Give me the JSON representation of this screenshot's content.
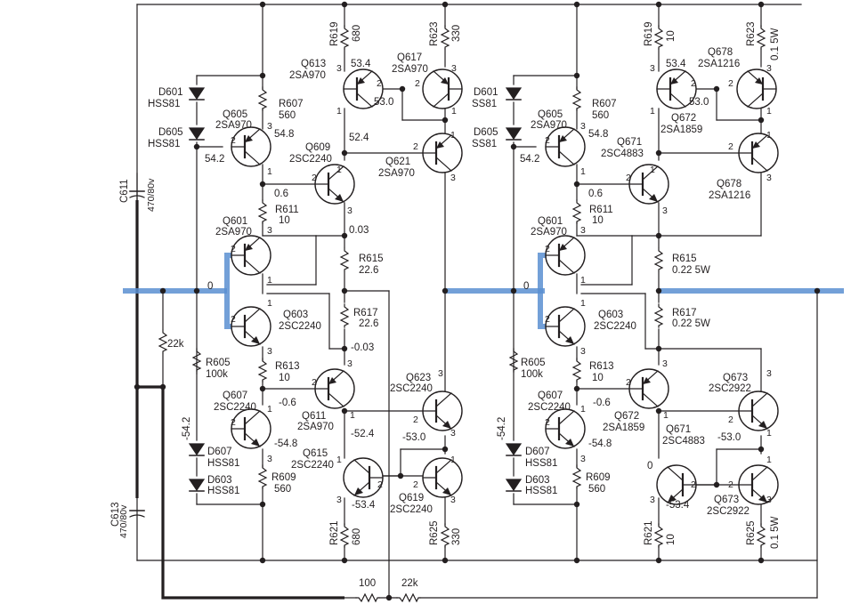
{
  "left": {
    "caps": {
      "c611": "C611",
      "c611_v": "470/80v",
      "c613": "C613",
      "c613_v": "470/80v"
    },
    "resistors": {
      "r619": "R619",
      "r619_v": "680",
      "r623": "R623",
      "r623_v": "330",
      "r607": "R607",
      "r607_v": "560",
      "r611": "R611",
      "r611_v": "10",
      "r615": "R615",
      "r615_v": "22.6",
      "r617": "R617",
      "r617_v": "22.6",
      "r605": "R605",
      "r605_v": "100k",
      "r613": "R613",
      "r613_v": "10",
      "r609": "R609",
      "r609_v": "560",
      "r621": "R621",
      "r621_v": "680",
      "r625": "R625",
      "r625_v": "330",
      "r22k": "22k",
      "r100": "100",
      "r22k_b": "22k"
    },
    "diodes": {
      "d601": "D601",
      "d601_t": "HSS81",
      "d605": "D605",
      "d605_t": "HSS81",
      "d607": "D607",
      "d607_t": "HSS81",
      "d603": "D603",
      "d603_t": "HSS81"
    },
    "transistors": {
      "q613": "Q613",
      "q613_t": "2SA970",
      "q617": "Q617",
      "q617_t": "2SA970",
      "q605": "Q605",
      "q605_t": "2SA970",
      "q609": "Q609",
      "q609_t": "2SC2240",
      "q621": "Q621",
      "q621_t": "2SA970",
      "q601": "Q601",
      "q601_t": "2SA970",
      "q603": "Q603",
      "q603_t": "2SC2240",
      "q607": "Q607",
      "q607_t": "2SC2240",
      "q611": "Q611",
      "q611_t": "2SA970",
      "q623": "Q623",
      "q623_t": "2SC2240",
      "q615": "Q615",
      "q615_t": "2SC2240",
      "q619": "Q619",
      "q619_t": "2SC2240"
    },
    "voltages": {
      "v53_4": "53.4",
      "v53_0": "53.0",
      "v54_8": "54.8",
      "v54_2": "54.2",
      "v52_4": "52.4",
      "v0_6": "0.6",
      "v0_03": "0.03",
      "v0": "0",
      "vm0_03": "-0.03",
      "vm0_6": "-0.6",
      "vm52_4": "-52.4",
      "vm53_0": "-53.0",
      "vm54_2": "-54.2",
      "vm54_8": "-54.8",
      "vm53_4": "-53.4"
    }
  },
  "right": {
    "resistors": {
      "r619": "R619",
      "r619_v": "10",
      "r623": "R623",
      "r623_v": "0.1  5W",
      "r607": "R607",
      "r607_v": "560",
      "r611": "R611",
      "r611_v": "10",
      "r615": "R615",
      "r615_v": "0.22 5W",
      "r617": "R617",
      "r617_v": "0.22 5W",
      "r605": "R605",
      "r605_v": "100k",
      "r613": "R613",
      "r613_v": "10",
      "r609": "R609",
      "r609_v": "560",
      "r621": "R621",
      "r621_v": "10",
      "r625": "R625",
      "r625_v": "0.1  5W"
    },
    "diodes": {
      "d601": "D601",
      "d601_t": "SS81",
      "d605": "D605",
      "d605_t": "SS81",
      "d607": "D607",
      "d607_t": "HSS81",
      "d603": "D603",
      "d603_t": "HSS81"
    },
    "transistors": {
      "q678a": "Q678",
      "q678a_t": "2SA1216",
      "q672a": "Q672",
      "q672a_t": "2SA1859",
      "q605": "Q605",
      "q605_t": "2SA970",
      "q671a": "Q671",
      "q671a_t": "2SC4883",
      "q678b": "Q678",
      "q678b_t": "2SA1216",
      "q601": "Q601",
      "q601_t": "2SA970",
      "q603": "Q603",
      "q603_t": "2SC2240",
      "q607": "Q607",
      "q607_t": "2SC2240",
      "q672b": "Q672",
      "q672b_t": "2SA1859",
      "q673a": "Q673",
      "q673a_t": "2SC2922",
      "q671b": "Q671",
      "q671b_t": "2SC4883",
      "q673b": "Q673",
      "q673b_t": "2SC2922"
    },
    "voltages": {
      "v53_4": "53.4",
      "v53_0": "53.0",
      "v54_8": "54.8",
      "v54_2": "54.2",
      "v0_6": "0.6",
      "v0": "0",
      "vm0_6": "-0.6",
      "vm53_0": "-53.0",
      "vm54_2": "-54.2",
      "vm54_8": "-54.8",
      "vm53_4": "-53.4",
      "v0b": "0"
    }
  },
  "pins": {
    "p1": "1",
    "p2": "2",
    "p3": "3"
  }
}
